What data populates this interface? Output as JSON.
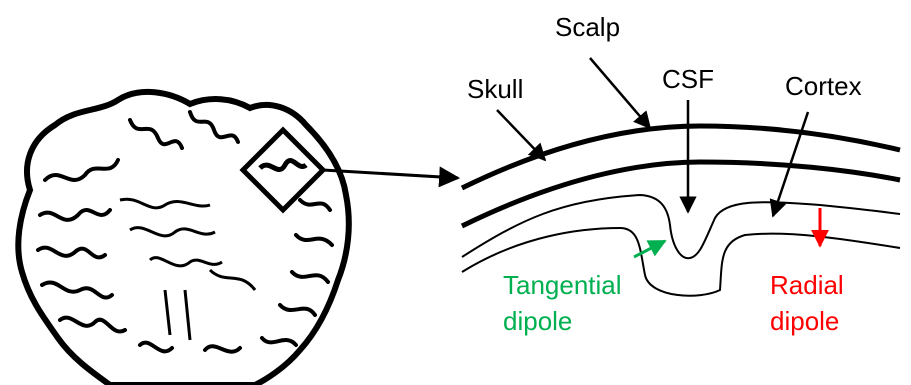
{
  "labels": {
    "scalp": "Scalp",
    "skull": "Skull",
    "csf": "CSF",
    "cortex": "Cortex",
    "tangential_line1": "Tangential",
    "tangential_line2": "dipole",
    "radial_line1": "Radial",
    "radial_line2": "dipole"
  },
  "colors": {
    "line": "#000000",
    "tangential": "#00b050",
    "radial": "#ff0000"
  }
}
